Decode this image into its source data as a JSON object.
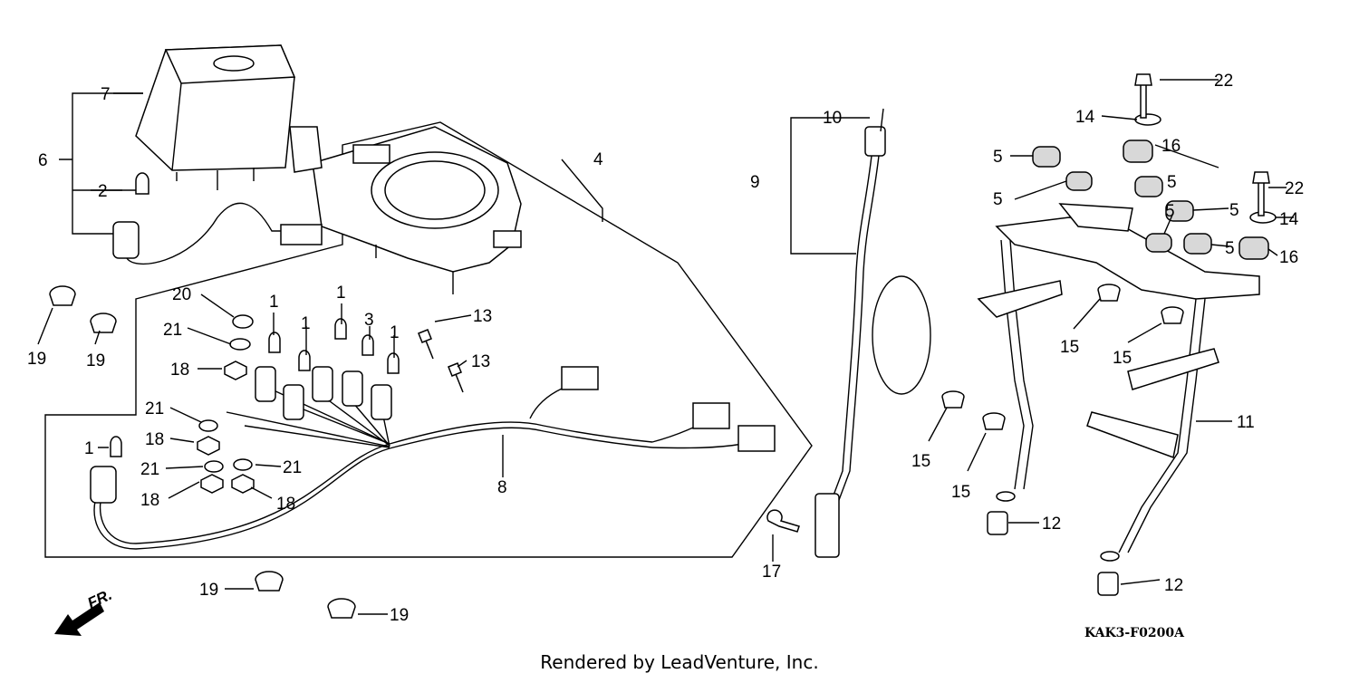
{
  "diagram": {
    "callouts": [
      "1",
      "1",
      "1",
      "1",
      "1",
      "2",
      "3",
      "4",
      "5",
      "5",
      "5",
      "5",
      "5",
      "5",
      "6",
      "7",
      "8",
      "9",
      "10",
      "11",
      "12",
      "12",
      "13",
      "13",
      "14",
      "14",
      "15",
      "15",
      "15",
      "15",
      "16",
      "16",
      "17",
      "18",
      "18",
      "18",
      "18",
      "19",
      "19",
      "19",
      "19",
      "20",
      "21",
      "21",
      "21",
      "21",
      "22",
      "22"
    ],
    "front_label": "FR.",
    "diagram_code": "KAK3-F0200A",
    "credit": "Rendered by LeadVenture, Inc."
  }
}
